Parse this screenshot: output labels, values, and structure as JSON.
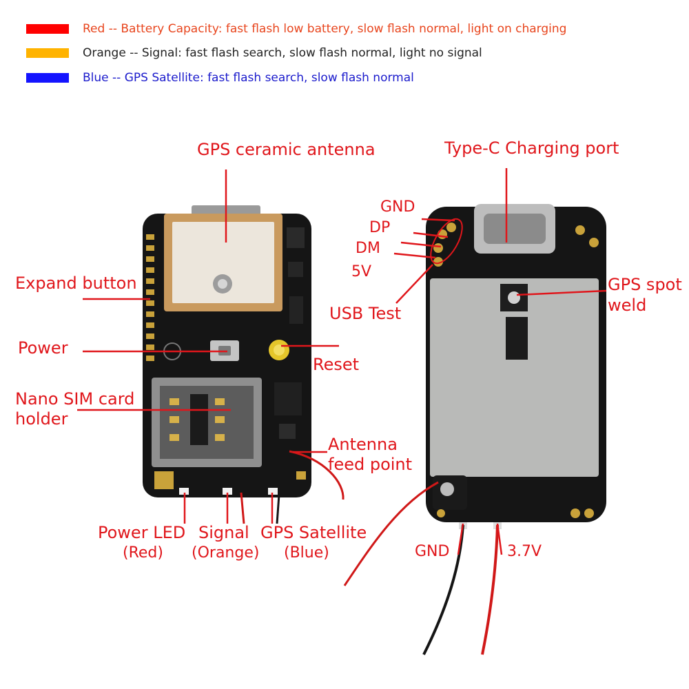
{
  "legend": [
    {
      "text": "Red -- Battery Capacity: fast flash low battery, slow flash normal, light on charging",
      "swatch_color": "#ff0000",
      "text_color": "#e8441c"
    },
    {
      "text": "Orange -- Signal: fast flash search, slow flash normal, light no signal",
      "swatch_color": "#ffb300",
      "text_color": "#222222"
    },
    {
      "text": "Blue -- GPS Satellite: fast flash search, slow flash normal",
      "swatch_color": "#1414ff",
      "text_color": "#1a1acc"
    }
  ],
  "labels": {
    "gps_ceramic_antenna": "GPS ceramic antenna",
    "expand_button": "Expand button",
    "power": "Power",
    "reset": "Reset",
    "nano_sim_line1": "Nano SIM card",
    "nano_sim_line2": "holder",
    "antenna_line1": "Antenna",
    "antenna_line2": "feed point",
    "power_led_line1": "Power LED",
    "power_led_line2": "(Red)",
    "signal_line1": "Signal",
    "signal_line2": "(Orange)",
    "gps_sat_line1": "GPS Satellite",
    "gps_sat_line2": "(Blue)",
    "type_c_port": "Type-C Charging port",
    "pin_gnd": "GND",
    "pin_dp": "DP",
    "pin_dm": "DM",
    "pin_5v": "5V",
    "usb_test": "USB Test",
    "gps_spot_line1": "GPS spot",
    "gps_spot_line2": "weld",
    "gnd_wire": "GND",
    "v37_wire": "3.7V"
  },
  "colors": {
    "label": "#e0161b",
    "callout_line": "#e0161b",
    "pcb": "#151515",
    "antenna_patch": "#d8b07c",
    "shield": "#b9bab8"
  }
}
